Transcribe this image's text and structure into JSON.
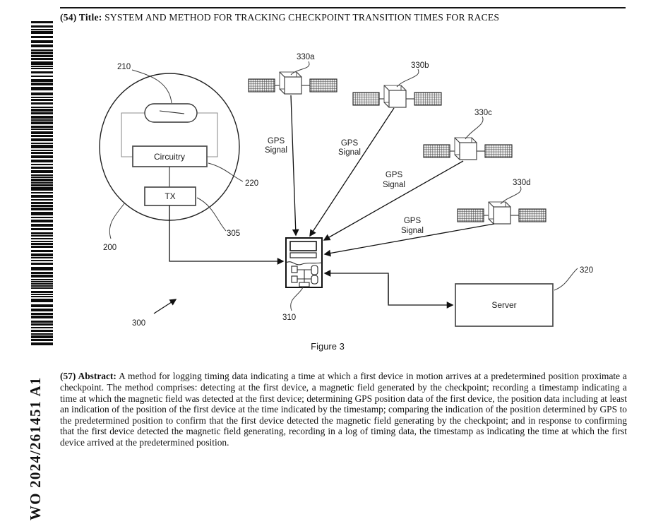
{
  "title": {
    "prefix": "(54) Title:",
    "text": "SYSTEM AND METHOD FOR TRACKING CHECKPOINT TRANSITION TIMES FOR RACES"
  },
  "publication_number": "WO 2024/261451 A1",
  "figure": {
    "caption": "Figure 3",
    "boxes": {
      "circuitry": "Circuitry",
      "tx": "TX",
      "server": "Server"
    },
    "gps_label": {
      "line1": "GPS",
      "line2": "Signal"
    },
    "refs": {
      "r200": "200",
      "r210": "210",
      "r220": "220",
      "r300": "300",
      "r305": "305",
      "r310": "310",
      "r320": "320",
      "r330a": "330a",
      "r330b": "330b",
      "r330c": "330c",
      "r330d": "330d"
    }
  },
  "abstract": {
    "prefix": "(57) Abstract:",
    "text": "A method for logging timing data indicating a time at which a first device in motion arrives at a predetermined position proximate a checkpoint. The method comprises: detecting at the first device, a magnetic field generated by the checkpoint; recording a timestamp indicating a time at which the magnetic field was detected at the first device; determining GPS position data of the first device, the position data including at least an indication of the position of the first device at the time indicated by the timestamp; comparing the indication of the position determined by GPS to the predetermined position to confirm that the first device detected the magnetic field generating by the checkpoint; and in response to confirming that the first device detected the magnetic field generating, recording in a log of timing data, the timestamp as indicating the time at which the first device arrived at the predetermined position."
  }
}
